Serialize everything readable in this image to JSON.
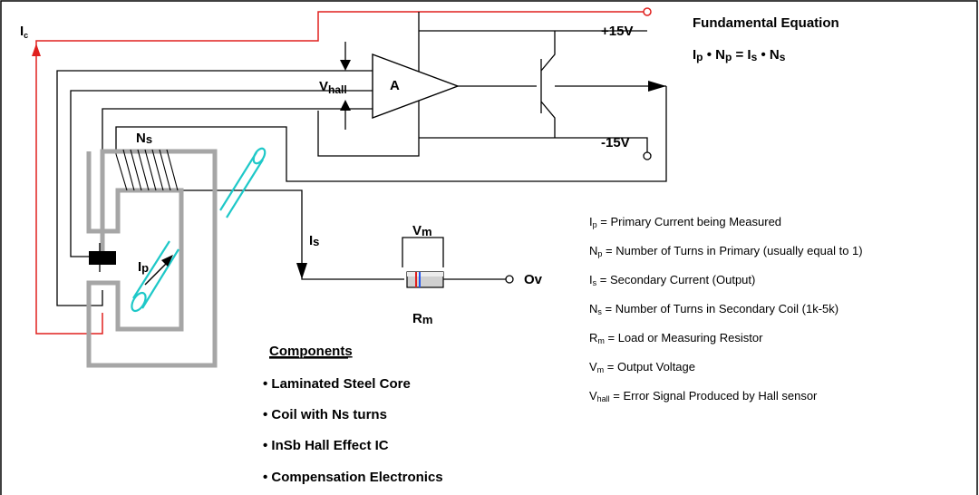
{
  "title": "Fundamental Equation",
  "equation": {
    "I": "I",
    "p": "p",
    "N": "N",
    "s": "s",
    "dot": "•",
    "eq": "="
  },
  "labels": {
    "ic_I": "I",
    "ic_sub": "c",
    "amp": "A",
    "vhall_V": "V",
    "vhall_sub": "hall",
    "plus15": "+15V",
    "minus15": "-15V",
    "ns_N": "N",
    "ns_sub": "s",
    "is_I": "I",
    "is_sub": "s",
    "vm_V": "V",
    "vm_sub": "m",
    "rm_R": "R",
    "rm_sub": "m",
    "ip_I": "I",
    "ip_sub": "p",
    "ov": "Ov"
  },
  "legend": [
    {
      "sym": "I",
      "sub": "p",
      "text": " = Primary Current being Measured"
    },
    {
      "sym": "N",
      "sub": "p",
      "text": " = Number of Turns in Primary (usually equal to 1)"
    },
    {
      "sym": "I",
      "sub": "s",
      "text": " = Secondary Current (Output)"
    },
    {
      "sym": "N",
      "sub": "s",
      "text": " = Number of Turns in Secondary Coil (1k-5k)"
    },
    {
      "sym": "R",
      "sub": "m",
      "text": " = Load or Measuring Resistor"
    },
    {
      "sym": "V",
      "sub": "m",
      "text": " = Output Voltage"
    },
    {
      "sym": "V",
      "sub": "hall",
      "text": " = Error Signal Produced by Hall sensor"
    }
  ],
  "components": {
    "heading": "Components",
    "items": [
      "• Laminated Steel Core",
      "• Coil with Ns turns",
      "• InSb Hall Effect IC",
      "• Compensation Electronics"
    ]
  },
  "colors": {
    "wire": "#000000",
    "control_current": "#e0201e",
    "core": "#a6a6a6",
    "conductor": "#1ec8c8",
    "resistor_band": "#e0201e"
  }
}
